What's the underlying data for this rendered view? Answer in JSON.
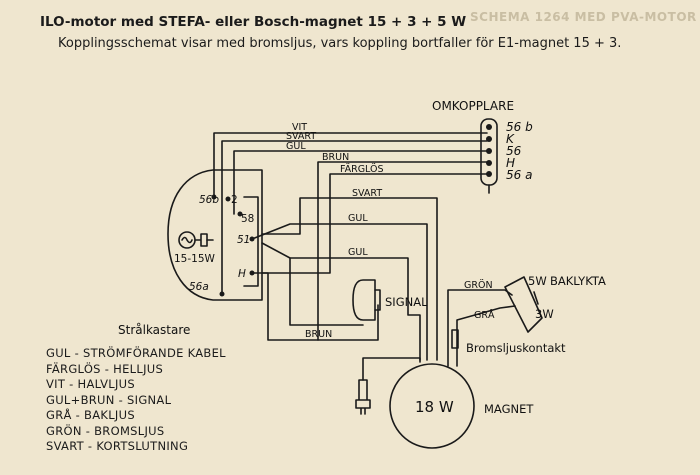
{
  "header": {
    "title": "ILO-motor med STEFA- eller Bosch-magnet 15 + 3 + 5 W",
    "subtitle": "Kopplingsschemat visar med bromsljus, vars koppling bortfaller för E1-magnet 15 + 3."
  },
  "bleed_text": "SCHEMA 1264 MED PVA-MOTOR",
  "switch": {
    "title": "OMKOPPLARE",
    "terminals": [
      "56 b",
      "K",
      "56",
      "H",
      "56 a"
    ]
  },
  "wires": {
    "vit": "VIT",
    "svart_top": "SVART",
    "gul_top": "GUL",
    "brun_top": "BRUN",
    "farglos": "FÄRGLÖS",
    "svart_mid": "SVART",
    "gul_mid": "GUL",
    "gul_low": "GUL",
    "brun_bottom": "BRUN",
    "gron": "GRÖN",
    "gra": "GRÅ"
  },
  "headlamp": {
    "t56b": "56b",
    "t2": "2",
    "t58": "58",
    "t51": "51",
    "bulb": "15-15W",
    "tH": "H",
    "t56a": "56a"
  },
  "components": {
    "signal": "SIGNAL",
    "baklykta": "BAKLYKTA",
    "bak_5w": "5W",
    "bak_3w": "3W",
    "bromskontakt": "Bromsljuskontakt",
    "magnet_value": "18 W",
    "magnet": "MAGNET",
    "stralkastare": "Strålkastare"
  },
  "legend": [
    "GUL - STRÖMFÖRANDE KABEL",
    "FÄRGLÖS - HELLJUS",
    "VIT - HALVLJUS",
    "GUL+BRUN - SIGNAL",
    "GRÅ - BAKLJUS",
    "GRÖN - BROMSLJUS",
    "SVART - KORTSLUTNING"
  ]
}
